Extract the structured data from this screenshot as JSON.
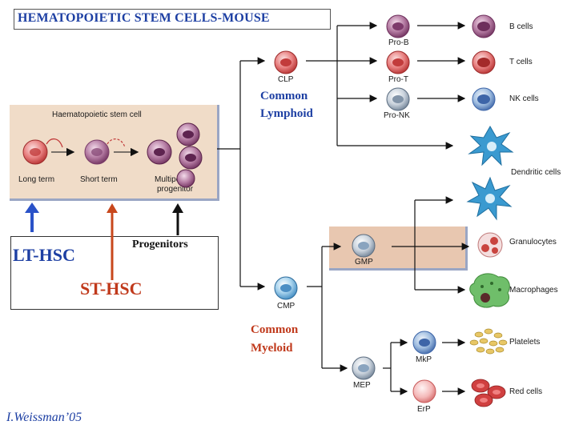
{
  "title": "HEMATOPOIETIC STEM CELLS-MOUSE",
  "inset": {
    "title": "Haematopoietic stem cell",
    "long_term": "Long term",
    "short_term": "Short term",
    "multipotent_line1": "Multipotent",
    "multipotent_line2": "progenitor"
  },
  "labels": {
    "lt_hsc": "LT-HSC",
    "st_hsc": "ST-HSC",
    "progenitors": "Progenitors",
    "common_lymphoid_1": "Common",
    "common_lymphoid_2": "Lymphoid",
    "common_myeloid_1": "Common",
    "common_myeloid_2": "Myeloid",
    "credit": "I.Weissman’05"
  },
  "cells": {
    "clp": "CLP",
    "cmp": "CMP",
    "gmp": "GMP",
    "mep": "MEP",
    "pro_b": "Pro-B",
    "pro_t": "Pro-T",
    "pro_nk": "Pro-NK",
    "mkp": "MkP",
    "erp": "ErP"
  },
  "outputs": {
    "b_cells": "B cells",
    "t_cells": "T cells",
    "nk_cells": "NK cells",
    "dendritic": "Dendritic cells",
    "granulocytes": "Granulocytes",
    "macrophages": "Macrophages",
    "platelets": "Platelets",
    "red_cells": "Red cells"
  },
  "colors": {
    "title_blue": "#1d3fa3",
    "label_red": "#c0391b",
    "arrow_blue": "#2a52c8",
    "arrow_red": "#c8471c",
    "cell_red": "#d24a4a",
    "cell_purple": "#9c5a86",
    "cell_blue": "#5a83c2",
    "star_blue": "#3a9ad0"
  }
}
